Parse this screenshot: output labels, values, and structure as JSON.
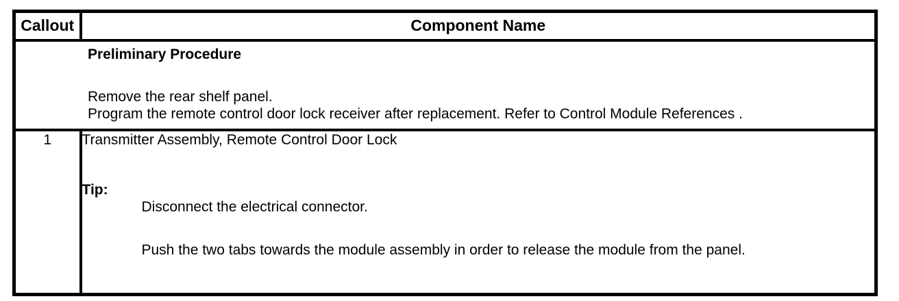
{
  "colors": {
    "border": "#000000",
    "text": "#000000",
    "background": "#ffffff"
  },
  "table": {
    "headers": {
      "callout": "Callout",
      "component": "Component Name"
    },
    "preliminary": {
      "title": "Preliminary Procedure",
      "steps": [
        "Remove the rear shelf panel.",
        "Program the remote control door lock receiver after replacement. Refer to Control Module References ."
      ]
    },
    "components": [
      {
        "callout": "1",
        "name": "Transmitter Assembly, Remote Control Door Lock",
        "tip_label": "Tip:",
        "tip_steps": [
          "Disconnect the electrical connector.",
          "Push the two tabs towards the module assembly in order to release the module from the panel."
        ]
      }
    ]
  }
}
